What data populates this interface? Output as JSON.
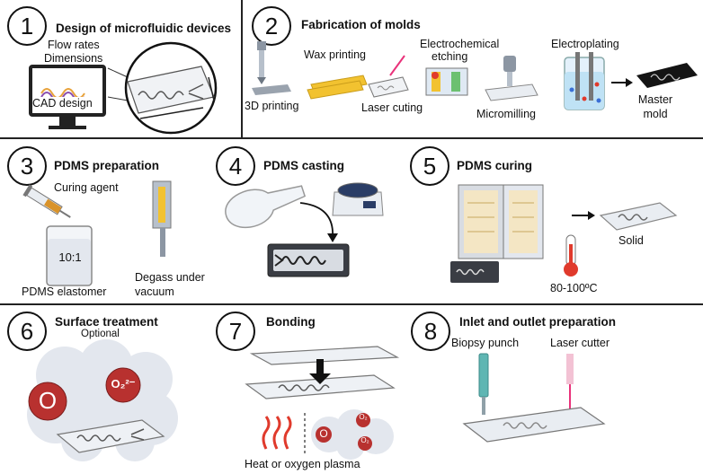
{
  "steps": [
    {
      "num": "1",
      "title": "Design of microfluidic devices"
    },
    {
      "num": "2",
      "title": "Fabrication of molds"
    },
    {
      "num": "3",
      "title": "PDMS preparation"
    },
    {
      "num": "4",
      "title": "PDMS casting"
    },
    {
      "num": "5",
      "title": "PDMS curing"
    },
    {
      "num": "6",
      "title": "Surface treatment"
    },
    {
      "num": "7",
      "title": "Bonding"
    },
    {
      "num": "8",
      "title": "Inlet and outlet preparation"
    }
  ],
  "labels": {
    "flow_rates": "Flow rates",
    "dimensions": "Dimensions",
    "cad_design": "CAD design",
    "wax_printing": "Wax printing",
    "electrochemical": "Electrochemical",
    "etching": "etching",
    "electroplating": "Electroplating",
    "printing_3d": "3D printing",
    "laser_cuting": "Laser cuting",
    "micromilling": "Micromilling",
    "master": "Master",
    "mold": "mold",
    "curing_agent": "Curing agent",
    "ratio": "10:1",
    "pdms_elastomer": "PDMS elastomer",
    "degass_line1": "Degass under",
    "degass_line2": "vacuum",
    "solid": "Solid",
    "temperature": "80-100ºC",
    "optional": "Optional",
    "o_big": "O",
    "o2_symbol": "O₂²⁻",
    "o_small": "O",
    "o2_small": "O₂",
    "heat_plasma": "Heat or oxygen plasma",
    "biopsy_punch": "Biopsy punch",
    "laser_cutter": "Laser cutter"
  },
  "colors": {
    "oxygen_red": "#b8312f",
    "heat_red": "#e03a2c",
    "cloud": "#e3e7ee",
    "glass": "#e9edf2",
    "wax_yellow": "#f2c230",
    "laser_pink": "#e9327a",
    "punch_teal": "#5fb6b3"
  },
  "icons": [
    "monitor-icon",
    "magnifier-icon",
    "3d-printer-icon",
    "wax-printer-icon",
    "laser-icon",
    "etching-tank-icon",
    "mill-icon",
    "electroplating-beaker-icon",
    "arrow-icon",
    "syringe-icon",
    "beaker-icon",
    "vacuum-gauge-icon",
    "flask-icon",
    "spin-coater-icon",
    "oven-icon",
    "thermometer-icon",
    "cloud-icon",
    "heat-waves-icon"
  ]
}
